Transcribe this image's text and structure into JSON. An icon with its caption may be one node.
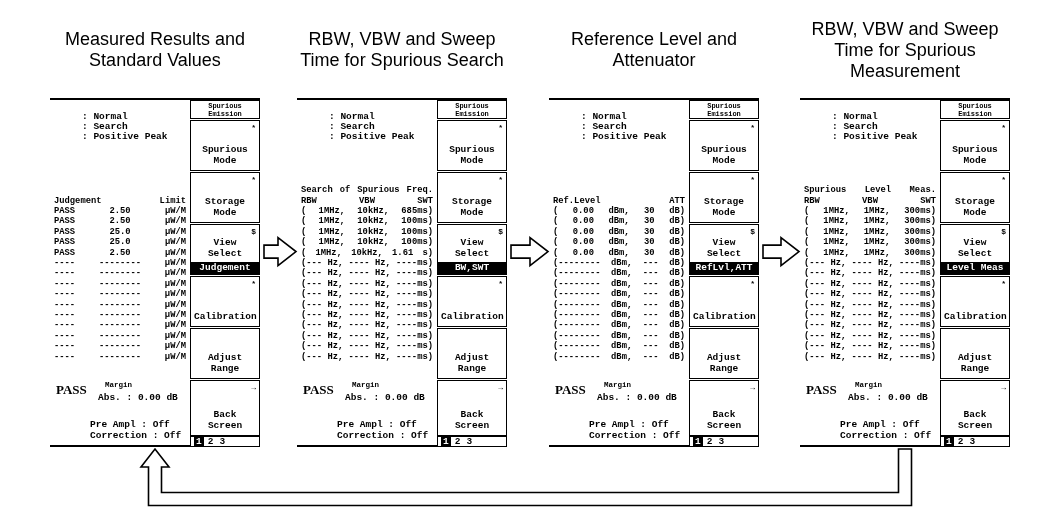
{
  "diagram": {
    "nodes": [
      {
        "text": [
          "Measured Results and Standard Values",
          ": Normal",
          ": Search",
          ": Positive Peak",
          "Judgement Limit",
          "PASS 2.50 μW/M",
          "PASS 2.50 μW/M",
          "PASS 25.0 μW/M",
          "PASS 25.0 μW/M",
          "PASS 2.50 μW/M",
          "---- -------- μW/M",
          "---- -------- μW/M",
          "---- -------- μW/M",
          "---- -------- μW/M",
          "---- -------- μW/M",
          "---- -------- μW/M",
          "---- -------- μW/M",
          "---- -------- μW/M",
          "---- -------- μW/M",
          "---- -------- μW/M",
          "PASS",
          "Margin",
          "Abs. : 0.00 dB",
          "Pre Ampl : Off",
          "Correction : Off"
        ]
      },
      {
        "text": [
          "Spurious Emission"
        ],
        "in": 0
      },
      {
        "text": [
          "*",
          "Spurious Mode"
        ],
        "in": 0
      },
      {
        "text": [
          "*",
          "Storage Mode"
        ],
        "in": 0
      },
      {
        "text": [
          "$",
          "View Select",
          "Judgement"
        ],
        "in": 0
      },
      {
        "text": [
          "*",
          "Calibration"
        ],
        "in": 0
      },
      {
        "text": [
          "Adjust Range"
        ],
        "in": 0
      },
      {
        "text": [
          "→",
          "Back Screen"
        ],
        "in": 0
      },
      {
        "text": [
          "1",
          "2",
          "3"
        ],
        "in": 0
      },
      {
        "text": [
          "RBW, VBW and Sweep Time for Spurious Search",
          ": Normal",
          ": Search",
          ": Positive Peak",
          "Search of Spurious Freq.",
          "RBW VBW SWT",
          "( 1MHz, 10kHz, 685ms)",
          "( 1MHz, 10kHz, 100ms)",
          "( 1MHz, 10kHz, 100ms)",
          "( 1MHz, 10kHz, 100ms)",
          "( 1MHz, 10kHz, 1.61 s)",
          "(--- Hz, ---- Hz, ----ms)",
          "(--- Hz, ---- Hz, ----ms)",
          "(--- Hz, ---- Hz, ----ms)",
          "(--- Hz, ---- Hz, ----ms)",
          "(--- Hz, ---- Hz, ----ms)",
          "(--- Hz, ---- Hz, ----ms)",
          "(--- Hz, ---- Hz, ----ms)",
          "(--- Hz, ---- Hz, ----ms)",
          "(--- Hz, ---- Hz, ----ms)",
          "(--- Hz, ---- Hz, ----ms)",
          "PASS",
          "Margin",
          "Abs. : 0.00 dB",
          "Pre Ampl : Off",
          "Correction : Off"
        ]
      },
      {
        "text": [
          "Spurious Emission"
        ],
        "in": 9
      },
      {
        "text": [
          "*",
          "Spurious Mode"
        ],
        "in": 9
      },
      {
        "text": [
          "*",
          "Storage Mode"
        ],
        "in": 9
      },
      {
        "text": [
          "$",
          "View Select",
          "BW,SWT"
        ],
        "in": 9
      },
      {
        "text": [
          "*",
          "Calibration"
        ],
        "in": 9
      },
      {
        "text": [
          "Adjust Range"
        ],
        "in": 9
      },
      {
        "text": [
          "→",
          "Back Screen"
        ],
        "in": 9
      },
      {
        "text": [
          "1",
          "2",
          "3"
        ],
        "in": 9
      },
      {
        "text": [
          "Reference Level and Attenuator",
          ": Normal",
          ": Search",
          ": Positive Peak",
          "Ref.Level ATT",
          "( 0.00 dBm, 30 dB)",
          "( 0.00 dBm, 30 dB)",
          "( 0.00 dBm, 30 dB)",
          "( 0.00 dBm, 30 dB)",
          "( 0.00 dBm, 30 dB)",
          "(-------- dBm, --- dB)",
          "(-------- dBm, --- dB)",
          "(-------- dBm, --- dB)",
          "(-------- dBm, --- dB)",
          "(-------- dBm, --- dB)",
          "(-------- dBm, --- dB)",
          "(-------- dBm, --- dB)",
          "(-------- dBm, --- dB)",
          "(-------- dBm, --- dB)",
          "(-------- dBm, --- dB)",
          "PASS",
          "Margin",
          "Abs. : 0.00 dB",
          "Pre Ampl : Off",
          "Correction : Off"
        ]
      },
      {
        "text": [
          "Spurious Emission"
        ],
        "in": 18
      },
      {
        "text": [
          "*",
          "Spurious Mode"
        ],
        "in": 18
      },
      {
        "text": [
          "*",
          "Storage Mode"
        ],
        "in": 18
      },
      {
        "text": [
          "$",
          "View Select",
          "RefLvl,ATT"
        ],
        "in": 18
      },
      {
        "text": [
          "*",
          "Calibration"
        ],
        "in": 18
      },
      {
        "text": [
          "Adjust Range"
        ],
        "in": 18
      },
      {
        "text": [
          "→",
          "Back Screen"
        ],
        "in": 18
      },
      {
        "text": [
          "1",
          "2",
          "3"
        ],
        "in": 18
      },
      {
        "text": [
          "RBW, VBW and Sweep Time for Spurious Measurement",
          ": Normal",
          ": Search",
          ": Positive Peak",
          "Spurious Level Meas.",
          "RBW VBW SWT",
          "( 1MHz, 1MHz, 300ms)",
          "( 1MHz, 1MHz, 300ms)",
          "( 1MHz, 1MHz, 300ms)",
          "( 1MHz, 1MHz, 300ms)",
          "( 1MHz, 1MHz, 300ms)",
          "(--- Hz, ---- Hz, ----ms)",
          "(--- Hz, ---- Hz, ----ms)",
          "(--- Hz, ---- Hz, ----ms)",
          "(--- Hz, ---- Hz, ----ms)",
          "(--- Hz, ---- Hz, ----ms)",
          "(--- Hz, ---- Hz, ----ms)",
          "(--- Hz, ---- Hz, ----ms)",
          "(--- Hz, ---- Hz, ----ms)",
          "(--- Hz, ---- Hz, ----ms)",
          "(--- Hz, ---- Hz, ----ms)",
          "PASS",
          "Margin",
          "Abs. : 0.00 dB",
          "Pre Ampl : Off",
          "Correction : Off"
        ]
      },
      {
        "text": [
          "Spurious Emission"
        ],
        "in": 27
      },
      {
        "text": [
          "*",
          "Spurious Mode"
        ],
        "in": 27
      },
      {
        "text": [
          "*",
          "Storage Mode"
        ],
        "in": 27
      },
      {
        "text": [
          "$",
          "View Select",
          "Level Meas"
        ],
        "in": 27
      },
      {
        "text": [
          "*",
          "Calibration"
        ],
        "in": 27
      },
      {
        "text": [
          "Adjust Range"
        ],
        "in": 27
      },
      {
        "text": [
          "→",
          "Back Screen"
        ],
        "in": 27
      },
      {
        "text": [
          "1",
          "2",
          "3"
        ],
        "in": 27
      }
    ],
    "edges": [
      {
        "from": 0,
        "to": 9,
        "arrow": "to"
      },
      {
        "from": 9,
        "to": 18,
        "arrow": "to"
      },
      {
        "from": 18,
        "to": 27,
        "arrow": "to"
      },
      {
        "from": 27,
        "to": 0,
        "arrow": "to"
      }
    ]
  }
}
